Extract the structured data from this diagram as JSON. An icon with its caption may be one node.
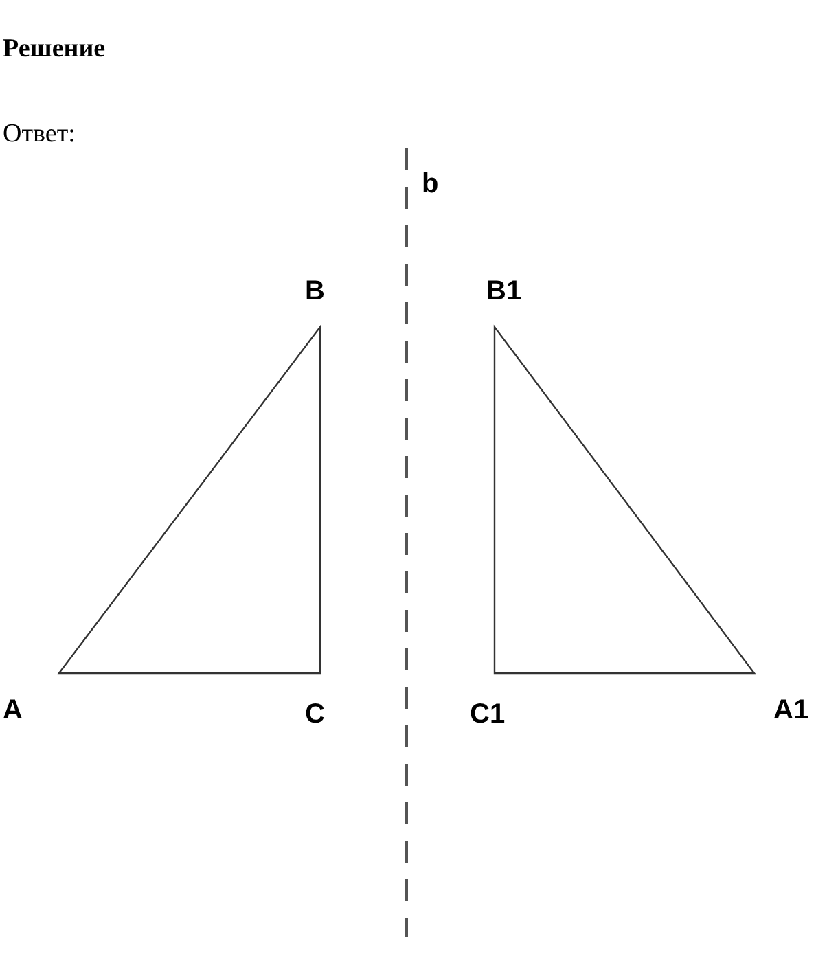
{
  "diagram": {
    "title": "Решение",
    "labels": [
      "Ответ:",
      "b",
      "B",
      "B1",
      "A",
      "C",
      "C1",
      "A1"
    ]
  }
}
